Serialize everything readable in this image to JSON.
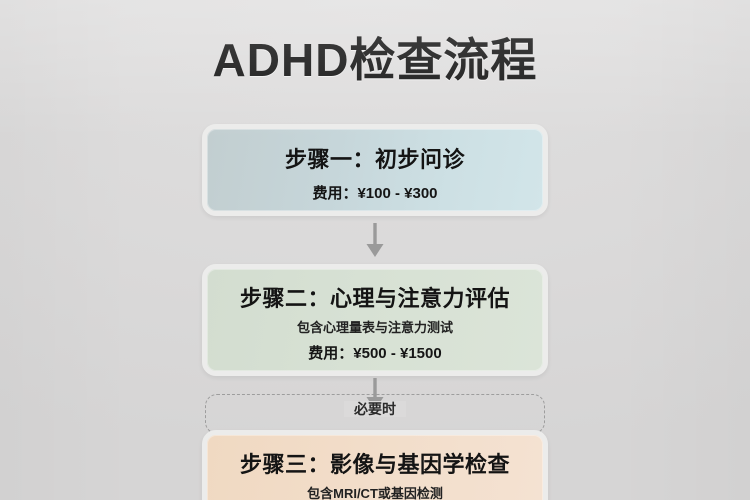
{
  "page": {
    "title": "ADHD检查流程",
    "background_color": "#dcdbdb",
    "title_color": "#141414"
  },
  "flow": {
    "steps": [
      {
        "id": "step-1",
        "title": "步骤一：初步问诊",
        "subtitle": "",
        "fee": "费用：¥100 - ¥300",
        "accent_color": "#c9dade"
      },
      {
        "id": "step-2",
        "title": "步骤二：心理与注意力评估",
        "subtitle": "包含心理量表与注意力测试",
        "fee": "费用：¥500 - ¥1500",
        "accent_color": "#d7e1d4"
      },
      {
        "id": "step-3",
        "title": "步骤三：影像与基因学检查",
        "subtitle": "包含MRI/CT或基因检测",
        "fee": "",
        "accent_color": "#f2ddc9"
      }
    ],
    "connectors": [
      {
        "id": "connector-1",
        "icon": "arrow-down-icon",
        "color": "#9a9a9a"
      },
      {
        "id": "connector-2",
        "icon": "arrow-down-icon",
        "color": "#9a9a9a"
      }
    ],
    "optional_region": {
      "label": "必要时",
      "border_style": "dashed",
      "border_color": "#9d9d9d"
    }
  }
}
